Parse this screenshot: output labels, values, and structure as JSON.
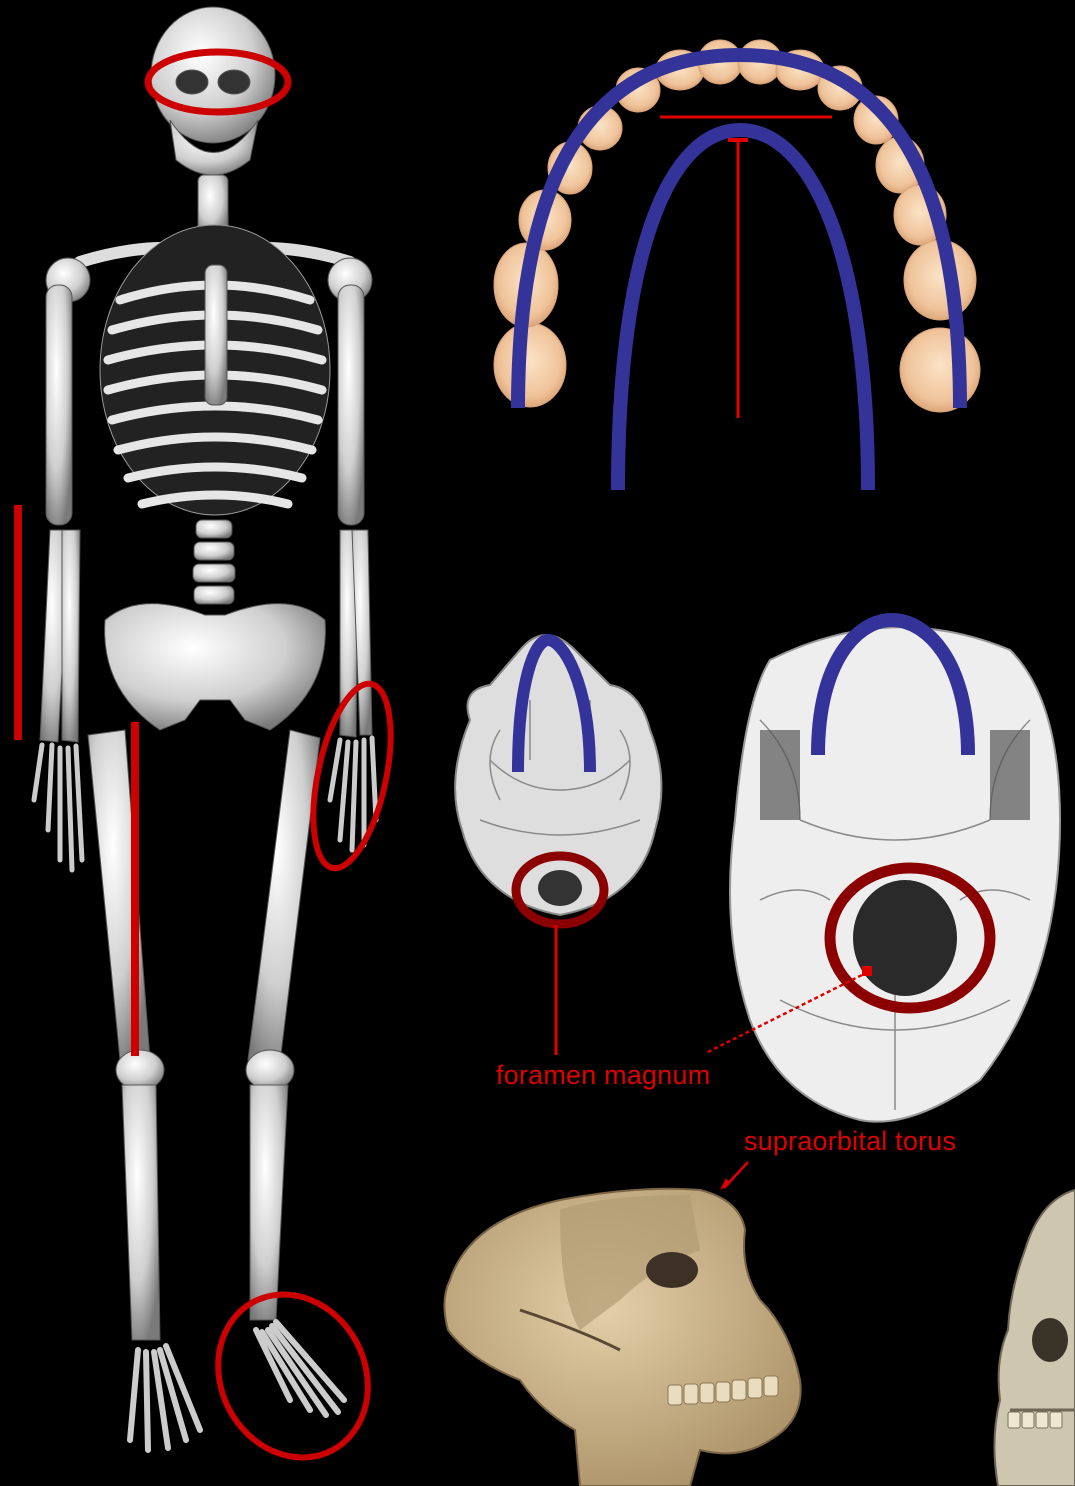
{
  "labels": {
    "foramen": "foramen magnum",
    "supraorbital": "supraorbital torus"
  },
  "colors": {
    "background": "#000000",
    "annotation_red": "#cc0000",
    "dark_red": "#8b0000",
    "arch_blue": "#333399",
    "bone": "#dcdcdc",
    "tooth": "#f0c8a0",
    "fossil": "#c8b08a"
  },
  "icons": {
    "skeleton": "human-skeleton-illustration",
    "dental_arch": "upper-dental-arch-teeth",
    "ape_skull_base": "ape-skull-inferior-view",
    "human_skull_base": "human-skull-inferior-view",
    "hominin_skull": "fossil-hominin-skull-lateral",
    "modern_skull": "modern-human-skull-partial"
  }
}
